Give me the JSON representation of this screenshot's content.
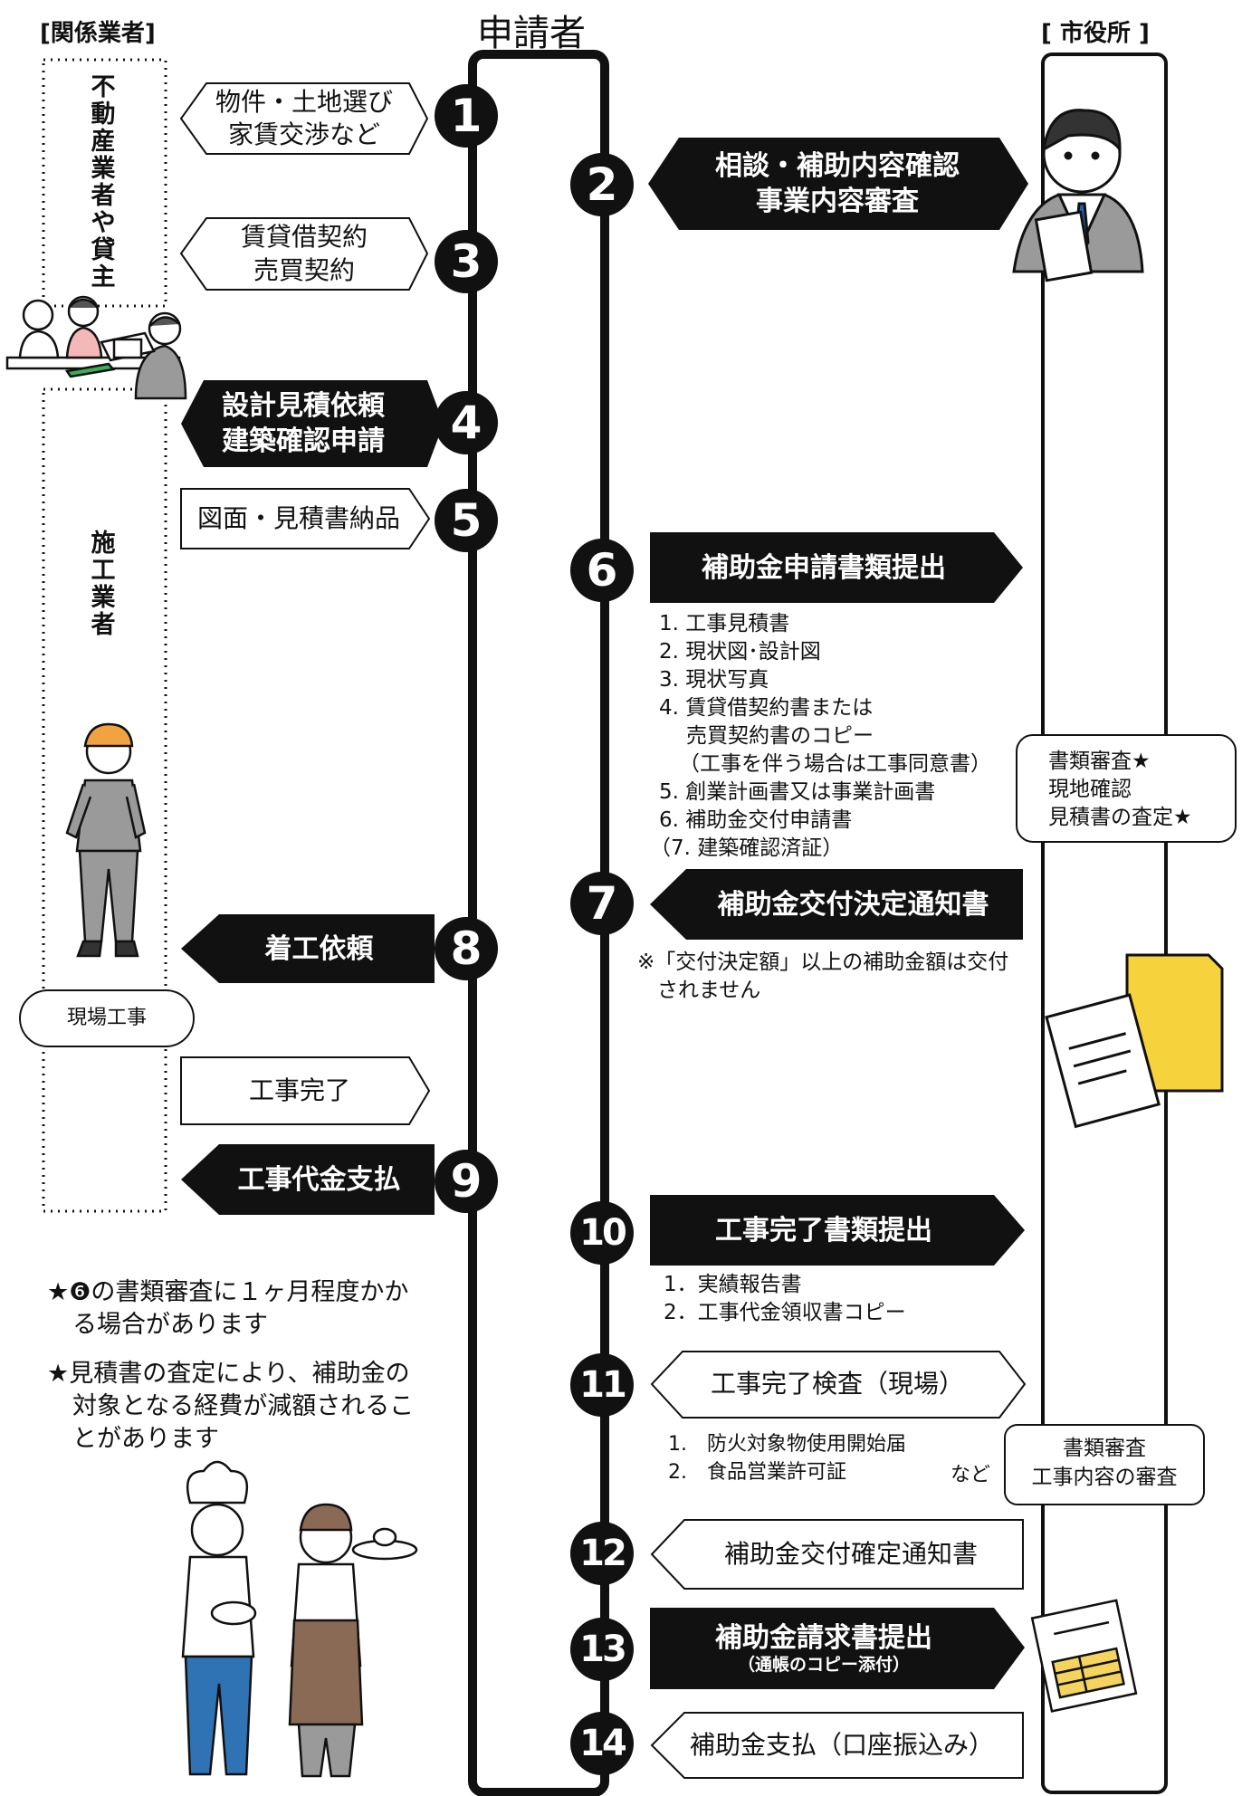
{
  "headers": {
    "left": "[関係業者]",
    "center": "申請者",
    "right": "[ 市役所 ]"
  },
  "left_groups": {
    "realtor": "不動産業者や貸主",
    "contractor": "施工業者"
  },
  "left_items": {
    "property": [
      "物件・土地選び",
      "家賃交渉など"
    ],
    "contract": [
      "賃貸借契約",
      "売買契約"
    ],
    "design": [
      "設計見積依頼",
      "建築確認申請"
    ],
    "drawings": "図面・見積書納品",
    "start": "着工依頼",
    "site_work": "現場工事",
    "complete": "工事完了",
    "payment": "工事代金支払"
  },
  "steps": {
    "n1": "1",
    "n2": "2",
    "n3": "3",
    "n4": "4",
    "n5": "5",
    "n6": "6",
    "n7": "7",
    "n8": "8",
    "n9": "9",
    "n10": "10",
    "n11": "11",
    "n12": "12",
    "n13": "13",
    "n14": "14"
  },
  "right_items": {
    "consult": [
      "相談・補助内容確認",
      "事業内容審査"
    ],
    "apply": "補助金申請書類提出",
    "decision": "補助金交付決定通知書",
    "decision_note": [
      "※「交付決定額」以上の補助金額は交付",
      "されません"
    ],
    "completion_docs": "工事完了書類提出",
    "inspection": "工事完了検査（現場）",
    "confirm": "補助金交付確定通知書",
    "claim": "補助金請求書提出",
    "claim_sub": "（通帳のコピー添付）",
    "pay": "補助金支払（口座振込み）"
  },
  "apply_docs": [
    "1. 工事見積書",
    "2. 現状図･設計図",
    "3. 現状写真",
    "4. 賃貸借契約書または",
    "売買契約書のコピー",
    "（工事を伴う場合は工事同意書）",
    "5. 創業計画書又は事業計画書",
    "6. 補助金交付申請書",
    "（7. 建築確認済証）"
  ],
  "completion_docs_list": [
    "1．実績報告書",
    "2．工事代金領収書コピー"
  ],
  "inspection_docs": [
    "1.　防火対象物使用開始届",
    "2.　食品営業許可証"
  ],
  "inspection_docs_etc": "など",
  "city_boxes": {
    "review1": [
      "書類審査★",
      "現地確認",
      "見積書の査定★"
    ],
    "review2": [
      "書類審査",
      "工事内容の審査"
    ]
  },
  "notes": [
    [
      "★❻の書類審査に１ヶ月程度かか",
      "る場合があります"
    ],
    [
      "★見積書の査定により、補助金の",
      "対象となる経費が減額されるこ",
      "とがあります"
    ]
  ],
  "colors": {
    "black": "#111111",
    "white": "#ffffff",
    "envelope": "#f6d33c",
    "apron": "#8a6a55",
    "chef_pants": "#2f73b5",
    "table_yellow": "#f4d35e"
  }
}
